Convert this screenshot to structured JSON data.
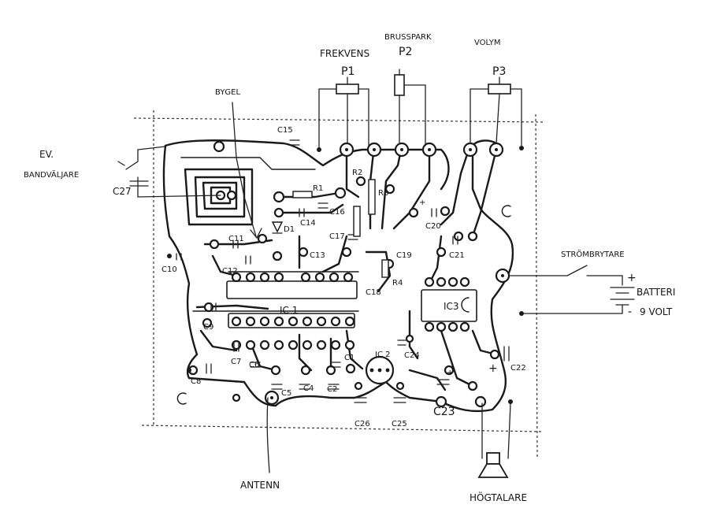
{
  "labels": {
    "frekvens": "FREKVENS",
    "p1": "P1",
    "brusspark": "BRUSSPARK",
    "p2": "P2",
    "volym": "VOLYM",
    "p3": "P3",
    "bygel": "BYGEL",
    "ev": "EV.",
    "bandvaljare": "BANDVÄLJARE",
    "strombrytare": "STRÖMBRYTARE",
    "batteri": "BATTERI",
    "volt": "9 VOLT",
    "antenn": "ANTENN",
    "hogtalare": "HÖGTALARE",
    "ic1": "IC 1",
    "ic2": "IC 2",
    "ic3": "IC3",
    "plus": "+",
    "minus": "-",
    "capacitors": {
      "c1": "C1",
      "c2": "C2",
      "c4": "C4",
      "c5": "C5",
      "c6": "C6",
      "c7": "C7",
      "c8": "C8",
      "c9": "C9",
      "c10": "C10",
      "c11": "C11",
      "c12": "C12",
      "c13": "C13",
      "c14": "C14",
      "c15": "C15",
      "c16": "C16",
      "c17": "C17",
      "c18": "C18",
      "c19": "C19",
      "c20": "C20",
      "c21": "C21",
      "c22": "C22",
      "c23": "C23",
      "c24": "C24",
      "c25": "C25",
      "c26": "C26",
      "c27": "C27"
    },
    "resistors": {
      "r1": "R1",
      "r2": "R2",
      "r3": "R3",
      "r4": "R4"
    },
    "diode": "D1"
  }
}
